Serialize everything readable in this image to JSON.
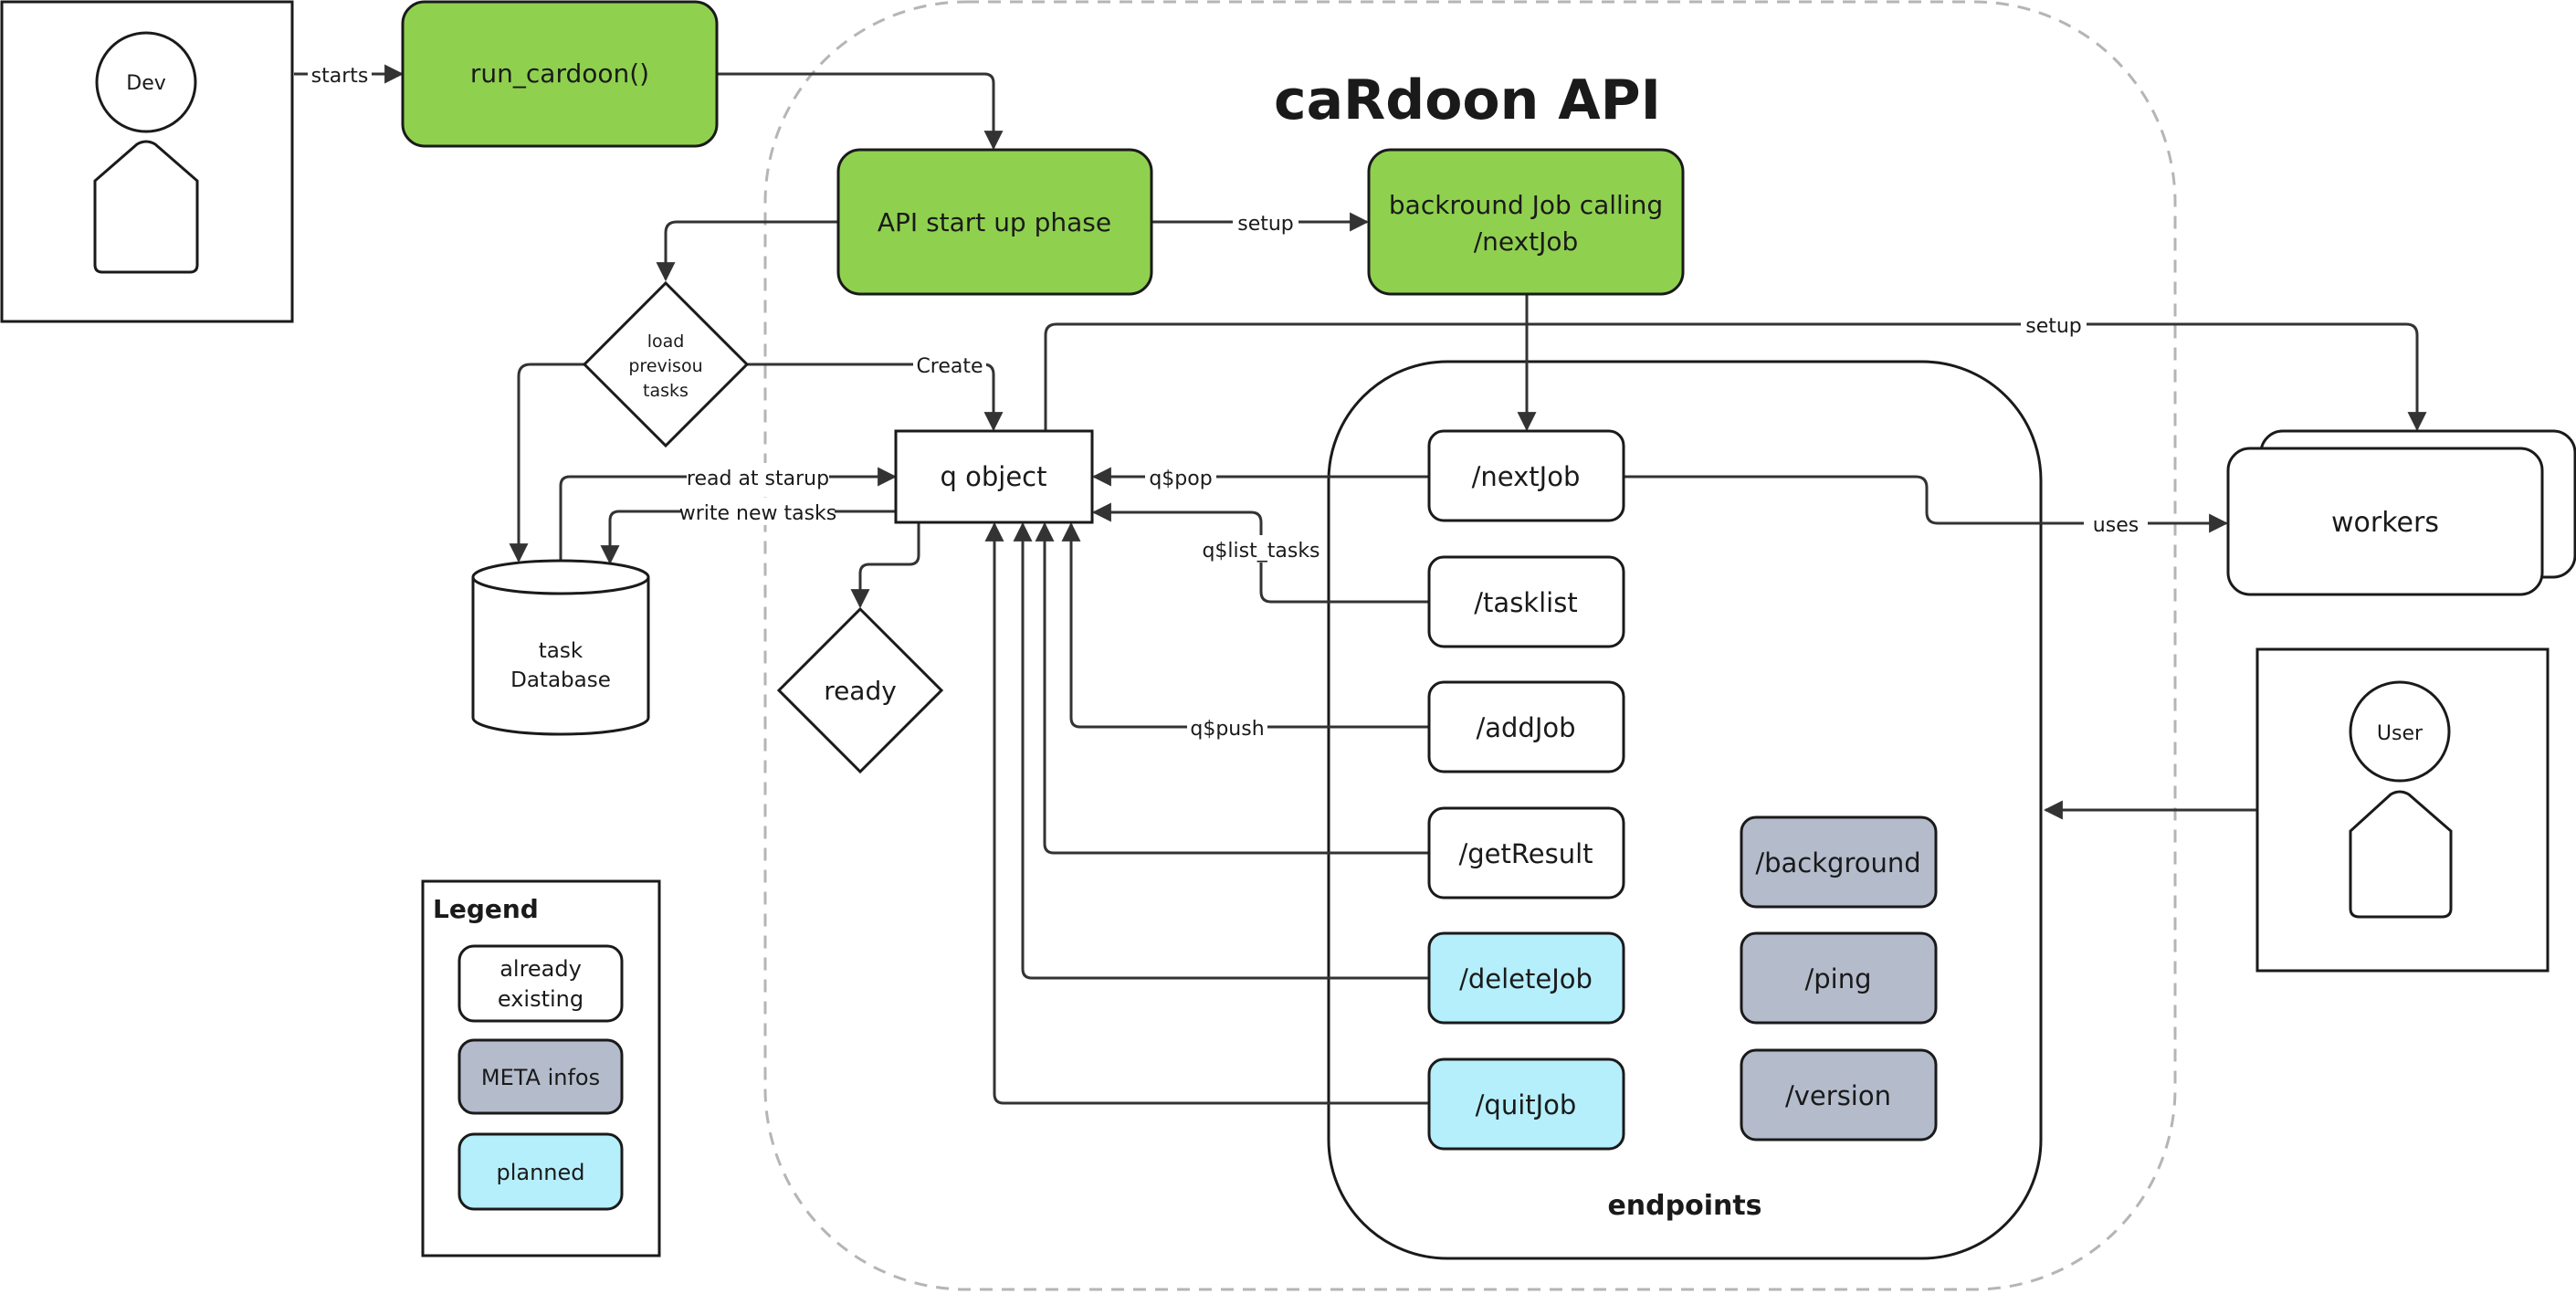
{
  "colors": {
    "green": "#8fd14f",
    "cyan": "#b5effc",
    "meta": "#b4bccc",
    "white": "#ffffff",
    "stroke": "#1a1a1a",
    "dashed": "#b5b5b5"
  },
  "title": "caRdoon API",
  "actors": {
    "dev": "Dev",
    "user": "User"
  },
  "nodes": {
    "run_cardoon": "run_cardoon()",
    "api_startup": "API start up phase",
    "background_job_line1": "backround Job calling",
    "background_job_line2": "/nextJob",
    "load_tasks_line1": "load",
    "load_tasks_line2": "previsou",
    "load_tasks_line3": "tasks",
    "q_object": "q object",
    "database_line1": "task",
    "database_line2": "Database",
    "ready": "ready",
    "workers": "workers"
  },
  "endpoints": {
    "title": "endpoints",
    "nextJob": "/nextJob",
    "tasklist": "/tasklist",
    "addJob": "/addJob",
    "getResult": "/getResult",
    "deleteJob": "/deleteJob",
    "quitJob": "/quitJob",
    "background": "/background",
    "ping": "/ping",
    "version": "/version"
  },
  "edge_labels": {
    "starts": "starts",
    "setup_bg": "setup",
    "create": "Create",
    "setup_workers": "setup",
    "read_at_startup": "read at starup",
    "write_new_tasks": "write new tasks",
    "qpop": "q$pop",
    "qlist_tasks": "q$list_tasks",
    "qpush": "q$push",
    "uses": "uses"
  },
  "legend": {
    "title": "Legend",
    "existing_line1": "already",
    "existing_line2": "existing",
    "meta": "META infos",
    "planned": "planned"
  }
}
